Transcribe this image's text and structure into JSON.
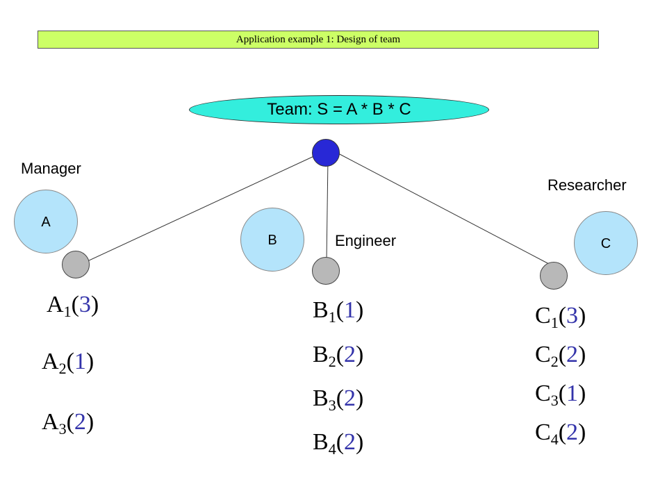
{
  "title": "Application example 1: Design of team",
  "team_formula": "Team: S = A * B * C",
  "roles": {
    "a": {
      "circle_label": "A",
      "role": "Manager"
    },
    "b": {
      "circle_label": "B",
      "role": "Engineer"
    },
    "c": {
      "circle_label": "C",
      "role": "Researcher"
    }
  },
  "options": {
    "a": [
      {
        "letter": "A",
        "index": "1",
        "value": "3"
      },
      {
        "letter": "A",
        "index": "2",
        "value": "1"
      },
      {
        "letter": "A",
        "index": "3",
        "value": "2"
      }
    ],
    "b": [
      {
        "letter": "B",
        "index": "1",
        "value": "1"
      },
      {
        "letter": "B",
        "index": "2",
        "value": "2"
      },
      {
        "letter": "B",
        "index": "3",
        "value": "2"
      },
      {
        "letter": "B",
        "index": "4",
        "value": "2"
      }
    ],
    "c": [
      {
        "letter": "C",
        "index": "1",
        "value": "3"
      },
      {
        "letter": "C",
        "index": "2",
        "value": "2"
      },
      {
        "letter": "C",
        "index": "3",
        "value": "1"
      },
      {
        "letter": "C",
        "index": "4",
        "value": "2"
      }
    ]
  },
  "colors": {
    "title_bg": "#ccff66",
    "team_ellipse": "#33eedd",
    "root_node": "#2828d6",
    "leaf_node": "#b8b8b8",
    "role_circle": "#b4e4fb",
    "option_value": "#3333aa"
  }
}
